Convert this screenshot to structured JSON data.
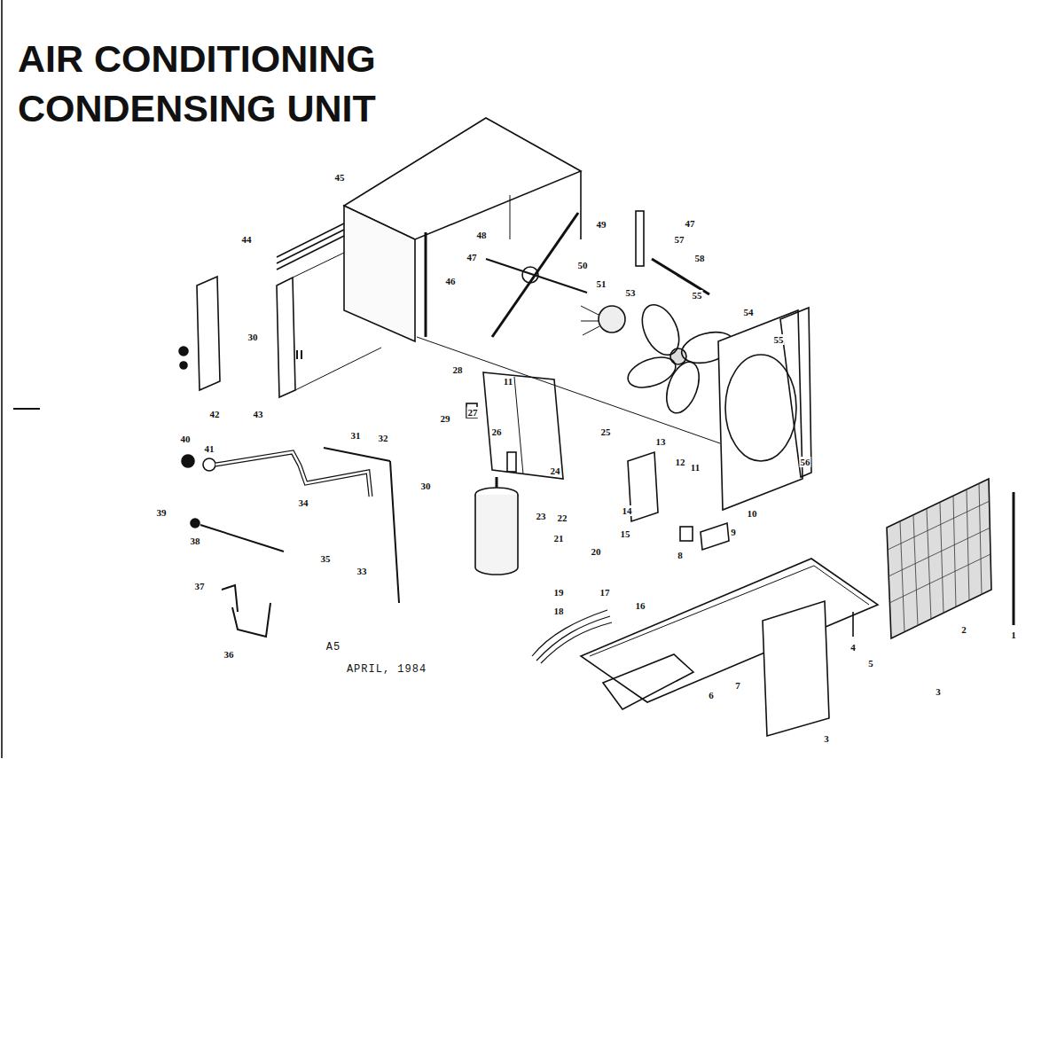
{
  "diagram": {
    "title": "AIR CONDITIONING CONDENSING UNIT",
    "labels": [
      "45",
      "44",
      "48",
      "49",
      "47",
      "57",
      "58",
      "47",
      "50",
      "51",
      "46",
      "53",
      "55",
      "54",
      "55",
      "30",
      "42",
      "43",
      "28",
      "11",
      "25",
      "29",
      "27",
      "26",
      "24",
      "13",
      "12",
      "11",
      "14",
      "10",
      "9",
      "8",
      "15",
      "16",
      "56",
      "40",
      "41",
      "31",
      "32",
      "39",
      "38",
      "34",
      "35",
      "37",
      "36",
      "33",
      "30",
      "23",
      "22",
      "21",
      "20",
      "19",
      "18",
      "17",
      "2",
      "1",
      "4",
      "3",
      "6",
      "7",
      "5",
      "3",
      "A5",
      "APRIL, 1984"
    ]
  }
}
